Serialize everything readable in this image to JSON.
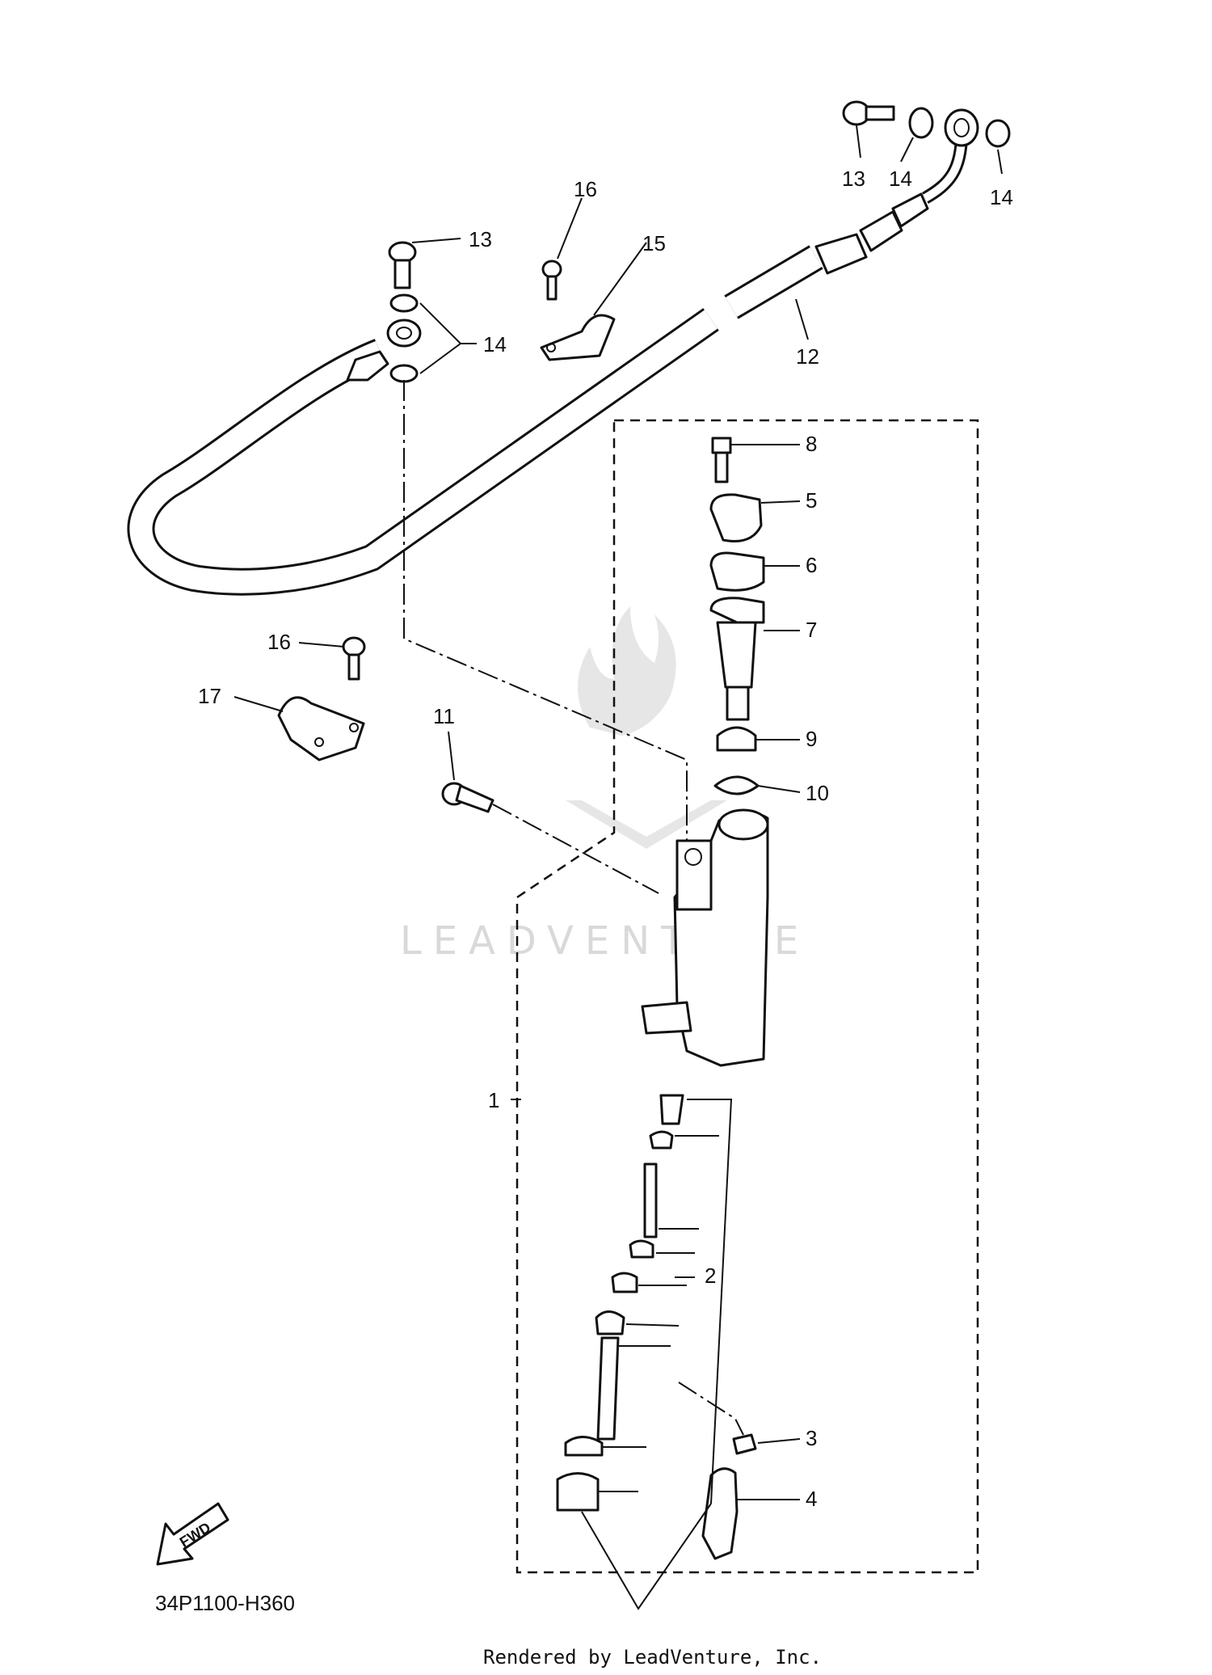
{
  "diagram": {
    "callouts": [
      "1",
      "2",
      "3",
      "4",
      "5",
      "6",
      "7",
      "8",
      "9",
      "10",
      "11",
      "12",
      "13",
      "14",
      "15",
      "16",
      "17"
    ],
    "drawing_code": "34P1100-H360",
    "fwd_label": "FWD",
    "watermark": "LEADVENTURE",
    "footer": "Rendered by LeadVenture, Inc."
  },
  "colors": {
    "line": "#111111",
    "background": "#ffffff",
    "watermark": "#d9d9d9"
  }
}
